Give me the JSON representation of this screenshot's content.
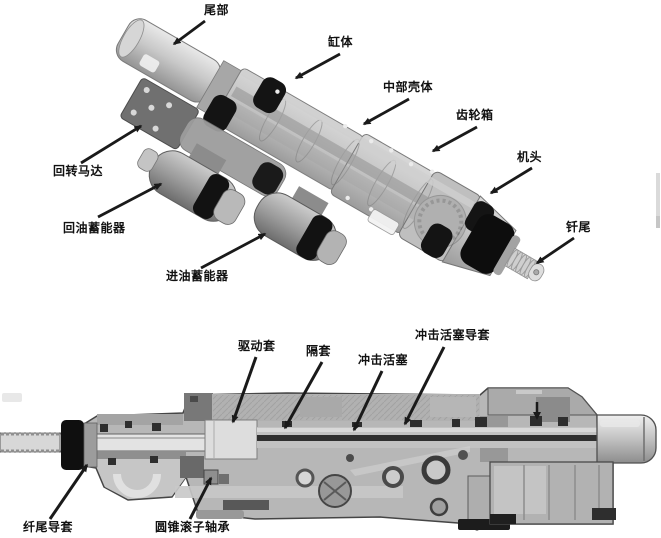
{
  "diagram": {
    "type": "hydraulic-rock-drill-figure",
    "colors": {
      "background": "#ffffff",
      "label_text": "#111111",
      "annotation": "#1a1a1a",
      "body_grey": "#c2c2c2",
      "section_grey": "#b7b7b7",
      "seal_black": "#111111"
    },
    "top_view": {
      "name": "assembled 3d view",
      "labels": {
        "tail": "尾部",
        "cylinder": "缸体",
        "middle_housing": "中部壳体",
        "gearbox": "齿轮箱",
        "head": "机头",
        "shank": "钎尾",
        "rotary_motor": "回转马达",
        "return_accumulator": "回油蓄能器",
        "inlet_accumulator": "进油蓄能器"
      }
    },
    "section_view": {
      "name": "cross-section view",
      "labels": {
        "drive_sleeve": "驱动套",
        "spacer_sleeve": "隔套",
        "impact_piston": "冲击活塞",
        "impact_piston_guide": "冲击活塞导套",
        "shank_guide": "纤尾导套",
        "tapered_roller_bearing": "圆锥滚子轴承"
      }
    }
  }
}
